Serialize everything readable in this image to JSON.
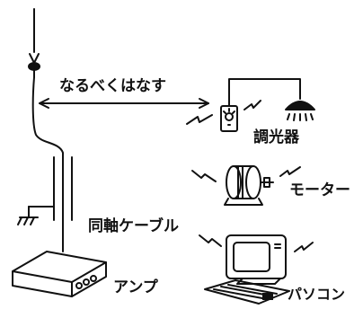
{
  "labels": {
    "keep_apart": "なるべくはなす",
    "dimmer": "調光器",
    "motor": "モーター",
    "coax_cable": "同軸ケーブル",
    "amplifier": "アンプ",
    "computer": "パソコン"
  },
  "icons": [
    "antenna-icon",
    "dimmer-icon",
    "lamp-icon",
    "motor-icon",
    "computer-icon",
    "amplifier-icon",
    "ground-icon",
    "noise-bolt-icon"
  ],
  "colors": {
    "ink": "#111111",
    "background": "#ffffff"
  }
}
